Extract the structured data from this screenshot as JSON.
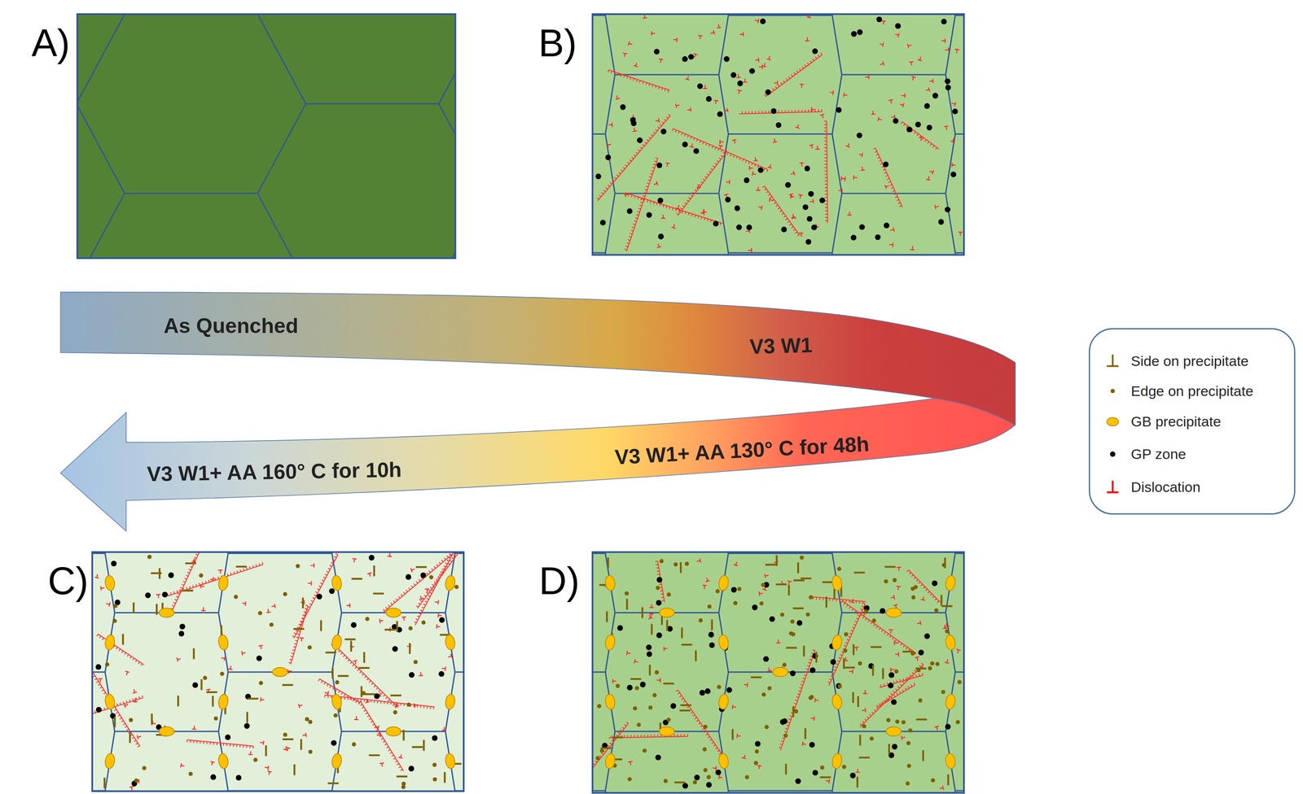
{
  "diagram": {
    "nodes": [
      {
        "text": [
          "As Quenched",
          "V3 W1",
          "V3 W1+ AA 130° C for 48h",
          "V3 W1+ AA 160° C for 10h"
        ]
      }
    ],
    "labels": [
      "A)",
      "B)",
      "C)",
      "D)"
    ],
    "legend": [
      {
        "text": "Side on precipitate"
      },
      {
        "text": "Edge on precipitate"
      },
      {
        "text": "GB precipitate"
      },
      {
        "text": "GP zone"
      },
      {
        "text": "Dislocation"
      }
    ]
  }
}
